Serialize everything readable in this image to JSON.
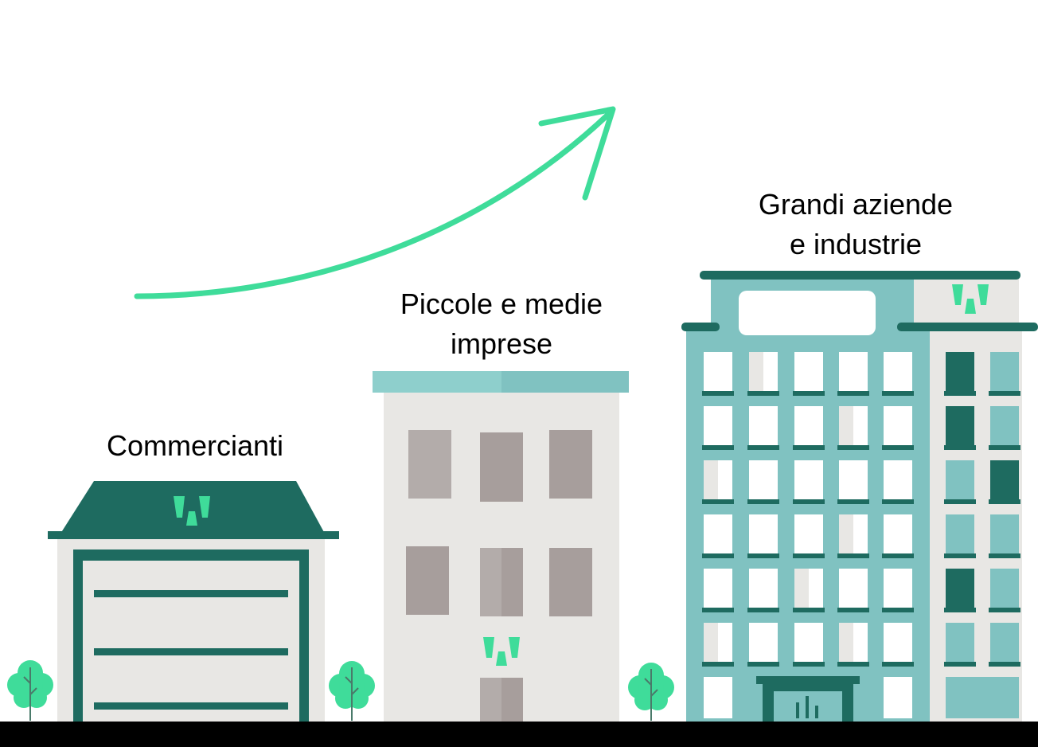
{
  "labels": {
    "small_business": "Commercianti",
    "medium_business": {
      "line1": "Piccole e medie",
      "line2": "imprese"
    },
    "large_business": {
      "line1": "Grandi aziende",
      "line2": "e industrie"
    }
  },
  "colors": {
    "accent_green": "#3fdc9a",
    "dark_teal": "#1e6b60",
    "mid_teal": "#80c2c1",
    "light_teal": "#8ecfcc",
    "building_grey": "#e8e7e4",
    "window_grey": "#a79e9c",
    "ground": "#000000"
  },
  "icons": [
    "growth-arrow-icon",
    "brand-logo-icon",
    "tree-icon"
  ]
}
